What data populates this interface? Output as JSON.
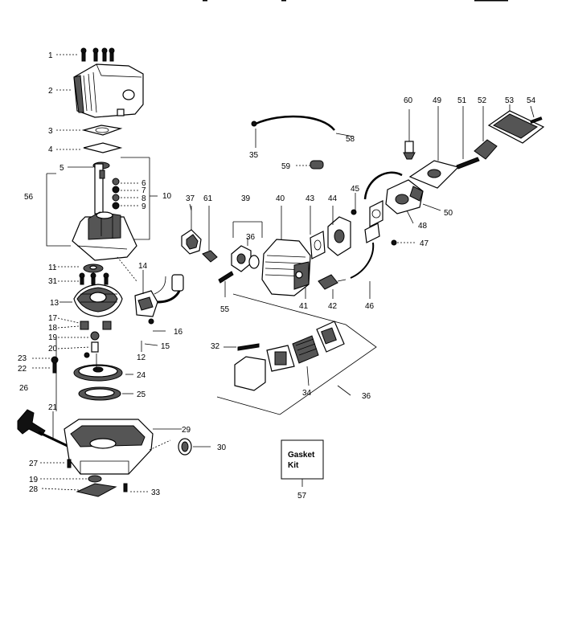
{
  "gasket_kit": {
    "line1": "Gasket",
    "line2": "Kit"
  },
  "labels": {
    "n1": "1",
    "n2": "2",
    "n3": "3",
    "n4": "4",
    "n5": "5",
    "n6": "6",
    "n7": "7",
    "n8": "8",
    "n9": "9",
    "n10": "10",
    "n11": "11",
    "n12": "12",
    "n13": "13",
    "n14": "14",
    "n15": "15",
    "n16": "16",
    "n17": "17",
    "n18": "18",
    "n19a": "19",
    "n19b": "19",
    "n20": "20",
    "n21": "21",
    "n22": "22",
    "n23": "23",
    "n24": "24",
    "n25": "25",
    "n26": "26",
    "n27": "27",
    "n28": "28",
    "n29": "29",
    "n30": "30",
    "n31": "31",
    "n32": "32",
    "n33": "33",
    "n34": "34",
    "n35": "35",
    "n36a": "36",
    "n36b": "36",
    "n37": "37",
    "n39": "39",
    "n40": "40",
    "n41": "41",
    "n42": "42",
    "n43": "43",
    "n44": "44",
    "n45": "45",
    "n46": "46",
    "n47": "47",
    "n48": "48",
    "n49": "49",
    "n50": "50",
    "n51": "51",
    "n52": "52",
    "n53": "53",
    "n54": "54",
    "n55": "55",
    "n56": "56",
    "n57": "57",
    "n58": "58",
    "n59": "59",
    "n60": "60",
    "n61": "61"
  }
}
